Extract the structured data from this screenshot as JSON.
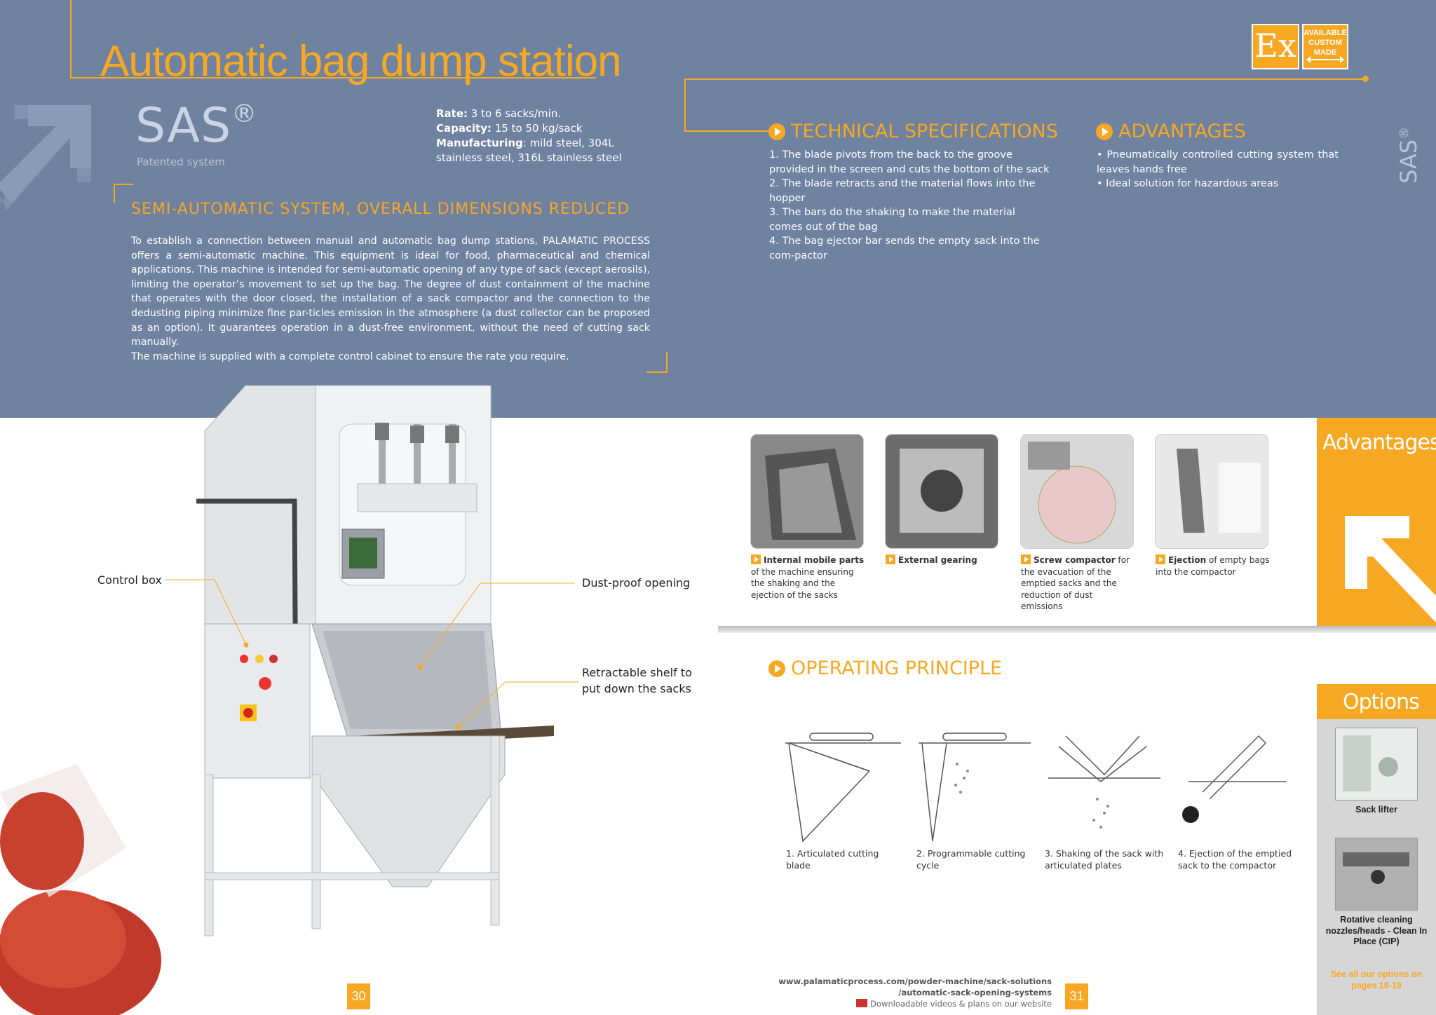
{
  "header": {
    "title": "Automatic bag dump station",
    "brand_logo": "SAS",
    "brand_reg": "®",
    "patented": "Patented system",
    "badge_ex": "Ex",
    "badge_custom": [
      "AVAILABLE",
      "CUSTOM",
      "MADE"
    ]
  },
  "specs": {
    "rate_label": "Rate:",
    "rate_value": "3 to 6 sacks/min.",
    "capacity_label": "Capacity:",
    "capacity_value": "15 to 50 kg/sack",
    "manufacturing_label": "Manufacturing",
    "manufacturing_value": ": mild steel, 304L stainless steel, 316L stainless steel"
  },
  "semi": {
    "heading": "SEMI-AUTOMATIC  SYSTEM, OVERALL DIMENSIONS REDUCED",
    "body": "To establish a connection between manual and automatic bag dump stations, PALAMATIC PROCESS offers a semi-automatic machine. This equipment is ideal for food, pharmaceutical and chemical applications. This machine is intended for semi-automatic opening of any type of sack (except aerosils), limiting the operator’s movement to set up the bag. The degree of dust containment of the machine that operates with the door closed, the installation of a sack compactor and the connection to the dedusting piping minimize fine par-ticles emission in the atmosphere (a dust collector can be proposed as an option). It guarantees operation in a dust-free environment, without the need of cutting sack manually.",
    "body2": "The machine is supplied with a complete control cabinet to ensure the rate you require."
  },
  "tech": {
    "heading": "TECHNICAL SPECIFICATIONS",
    "items": [
      "1. The blade pivots from the back to the groove provided in the screen and cuts the bottom of the sack",
      "2. The blade retracts and the material flows into the hopper",
      "3. The bars do the shaking to make the material comes out of the bag",
      "4. The bag ejector bar sends the empty sack into the com-pactor"
    ]
  },
  "advantages": {
    "heading": "ADVANTAGES",
    "items": [
      "• Pneumatically controlled cutting system that leaves hands free",
      "• Ideal solution for hazardous areas"
    ],
    "tab_label": "Advantages"
  },
  "side_label": "SAS",
  "callouts": {
    "control_box": "Control box",
    "dust_proof": "Dust-proof opening",
    "shelf_line1": "Retractable shelf to",
    "shelf_line2": "put down the sacks"
  },
  "thumbs": [
    {
      "bold": "Internal mobile parts",
      "rest": "of the machine ensuring the shaking and the ejection of the sacks"
    },
    {
      "bold": "External gearing",
      "rest": ""
    },
    {
      "bold": "Screw compactor",
      "rest": "for the evacuation of the emptied sacks and the reduction of dust emissions"
    },
    {
      "bold": "Ejection",
      "rest": "of empty bags into the compactor"
    }
  ],
  "operating": {
    "heading": "OPERATING PRINCIPLE",
    "steps": [
      "1. Articulated cutting blade",
      "2. Programmable cutting cycle",
      "3. Shaking of the sack with articulated plates",
      "4. Ejection of the emptied sack to the compactor"
    ]
  },
  "options": {
    "tab_label": "Options",
    "items": [
      "Sack lifter",
      "Rotative cleaning nozzles/heads - Clean In Place (CIP)"
    ],
    "see_all": "See all our options on pages 18-19"
  },
  "footer": {
    "url1": "www.palamaticprocess.com/powder-machine/sack-solutions",
    "url2": "/automatic-sack-opening-systems",
    "download": "Downloadable videos & plans on our website",
    "page_left": "30",
    "page_right": "31"
  },
  "colors": {
    "accent": "#f7a823",
    "band": "#6f82a0"
  }
}
